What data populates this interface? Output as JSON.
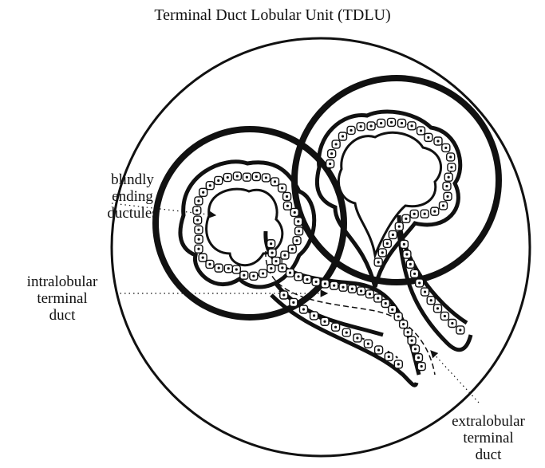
{
  "title": "Terminal Duct Lobular Unit (TDLU)",
  "labels": {
    "ductules": [
      "blindly",
      "ending",
      "ductules"
    ],
    "intralobular": [
      "intralobular",
      "terminal",
      "duct"
    ],
    "extralobular": [
      "extralobular",
      "terminal",
      "duct"
    ]
  },
  "colors": {
    "ink": "#111111",
    "background": "#ffffff"
  }
}
